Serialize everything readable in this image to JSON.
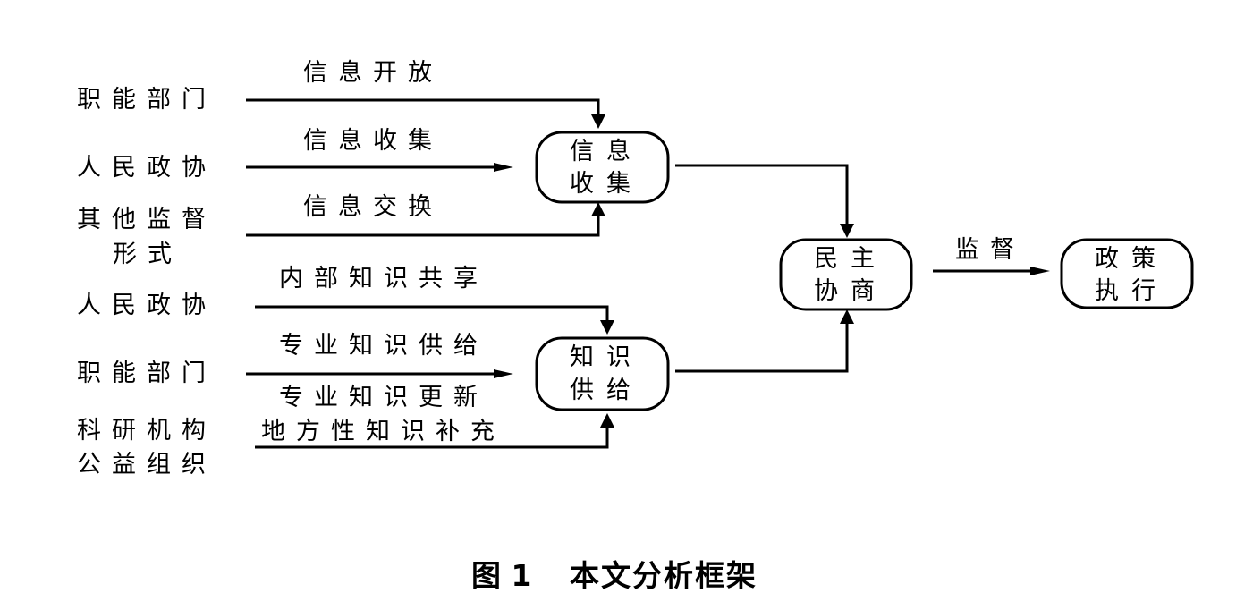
{
  "sources": {
    "group1": [
      {
        "label": "职能部门"
      },
      {
        "label": "人民政协"
      },
      {
        "label": "其他监督",
        "label2": "形式"
      }
    ],
    "group2": [
      {
        "label": "人民政协"
      },
      {
        "label": "职能部门"
      },
      {
        "label": "科研机构",
        "label2": "公益组织"
      }
    ]
  },
  "edges": {
    "group1": [
      "信息开放",
      "信息收集",
      "信息交换"
    ],
    "group2": [
      "内部知识共享",
      "专业知识供给",
      "专业知识更新",
      "地方性知识补充"
    ],
    "supervise": "监督"
  },
  "nodes": {
    "info": {
      "line1": "信息",
      "line2": "收集"
    },
    "knowledge": {
      "line1": "知识",
      "line2": "供给"
    },
    "democracy": {
      "line1": "民主",
      "line2": "协商"
    },
    "policy": {
      "line1": "政策",
      "line2": "执行"
    }
  },
  "caption": {
    "figure": "图 1",
    "title": "本文分析框架"
  }
}
